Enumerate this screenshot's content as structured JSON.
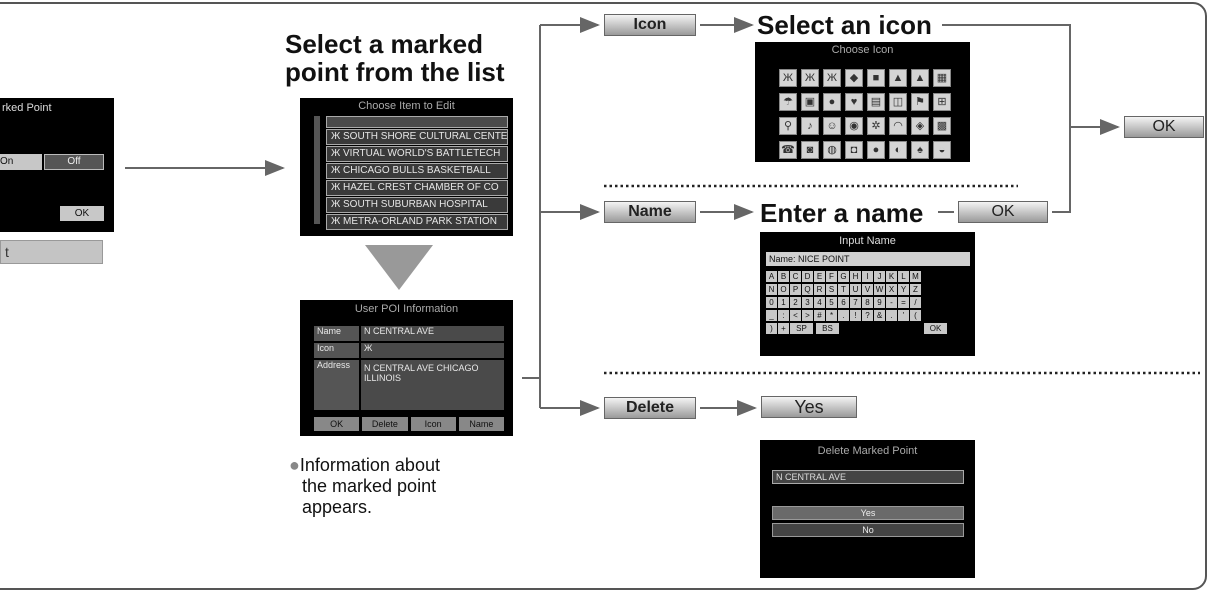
{
  "left_screen": {
    "title": "rked Point",
    "on_label": "On",
    "off_label": "Off",
    "ok_label": "OK",
    "bar_text": "t"
  },
  "step1": {
    "heading_line1": "Select a marked",
    "heading_line2": "point from the list"
  },
  "choose_screen": {
    "title": "Choose Item to Edit",
    "items": [
      "SOUTH SHORE CULTURAL CENTE",
      "VIRTUAL WORLD'S BATTLETECH",
      "CHICAGO BULLS BASKETBALL",
      "HAZEL CREST CHAMBER OF CO",
      "SOUTH SUBURBAN HOSPITAL",
      "METRA-ORLAND PARK STATION"
    ]
  },
  "info_screen": {
    "title": "User POI Information",
    "name_label": "Name",
    "name_value": "N CENTRAL AVE",
    "icon_label": "Icon",
    "address_label": "Address",
    "address_line1": "N CENTRAL AVE CHICAGO",
    "address_line2": "ILLINOIS",
    "buttons": [
      "OK",
      "Delete",
      "Icon",
      "Name"
    ]
  },
  "note": {
    "bullet": "●",
    "line1": "Information about",
    "line2": "the marked point",
    "line3": "appears."
  },
  "branches": {
    "icon_button": "Icon",
    "name_button": "Name",
    "delete_button": "Delete"
  },
  "icon_step": {
    "heading": "Select an icon",
    "screen_title": "Choose Icon"
  },
  "name_step": {
    "heading": "Enter a name",
    "ok_button": "OK",
    "screen_title": "Input Name",
    "name_field": "Name: NICE POINT",
    "keys_row1": [
      "A",
      "B",
      "C",
      "D",
      "E",
      "F",
      "G",
      "H",
      "I",
      "J",
      "K",
      "L",
      "M"
    ],
    "keys_row2": [
      "N",
      "O",
      "P",
      "Q",
      "R",
      "S",
      "T",
      "U",
      "V",
      "W",
      "X",
      "Y",
      "Z"
    ],
    "keys_row3": [
      "0",
      "1",
      "2",
      "3",
      "4",
      "5",
      "6",
      "7",
      "8",
      "9",
      "-",
      "=",
      "/"
    ],
    "keys_row4": [
      "_",
      ":",
      "<",
      ">",
      "#",
      "*",
      ".",
      "!",
      "?",
      "&",
      ".",
      "'",
      "("
    ],
    "keys_row5": [
      ")",
      "+"
    ],
    "sp": "SP",
    "bs": "BS",
    "ok": "OK"
  },
  "final_ok": "OK",
  "delete_step": {
    "yes_button": "Yes",
    "screen_title": "Delete Marked Point",
    "name_value": "N CENTRAL AVE",
    "yes_label": "Yes",
    "no_label": "No"
  },
  "colors": {
    "line": "#666666",
    "screen_bg": "#000000",
    "button_top": "#f4f4f4",
    "button_bottom": "#9a9a9a"
  }
}
